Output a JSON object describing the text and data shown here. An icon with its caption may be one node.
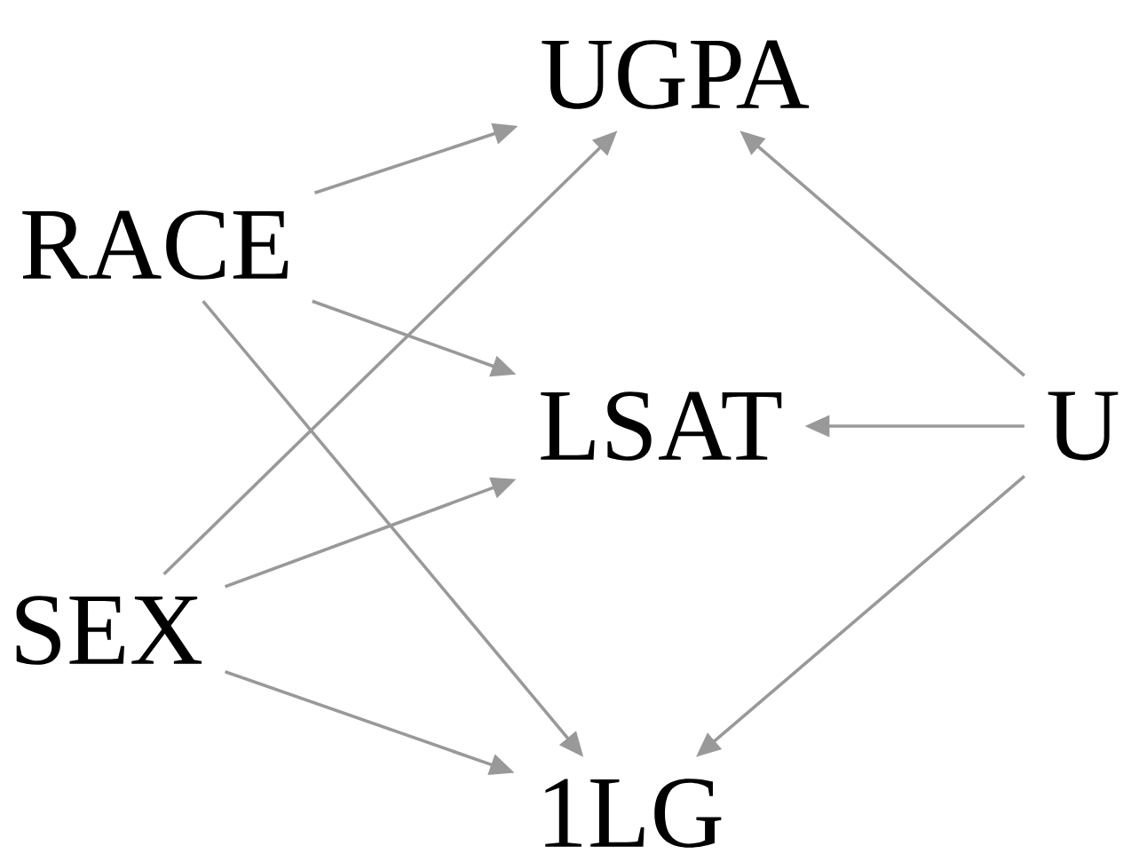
{
  "diagram": {
    "nodes": [
      {
        "text": [
          "UGPA"
        ]
      },
      {
        "text": [
          "RACE"
        ]
      },
      {
        "text": [
          "LSAT"
        ]
      },
      {
        "text": [
          "U"
        ]
      },
      {
        "text": [
          "SEX"
        ]
      },
      {
        "text": [
          "1LG"
        ]
      }
    ],
    "edges": [
      {
        "from": 1,
        "to": 0,
        "arrow": "to"
      },
      {
        "from": 1,
        "to": 2,
        "arrow": "to"
      },
      {
        "from": 1,
        "to": 5,
        "arrow": "to"
      },
      {
        "from": 4,
        "to": 0,
        "arrow": "to"
      },
      {
        "from": 4,
        "to": 2,
        "arrow": "to"
      },
      {
        "from": 4,
        "to": 5,
        "arrow": "to"
      },
      {
        "from": 3,
        "to": 0,
        "arrow": "to"
      },
      {
        "from": 3,
        "to": 2,
        "arrow": "to"
      },
      {
        "from": 3,
        "to": 5,
        "arrow": "to"
      }
    ]
  }
}
